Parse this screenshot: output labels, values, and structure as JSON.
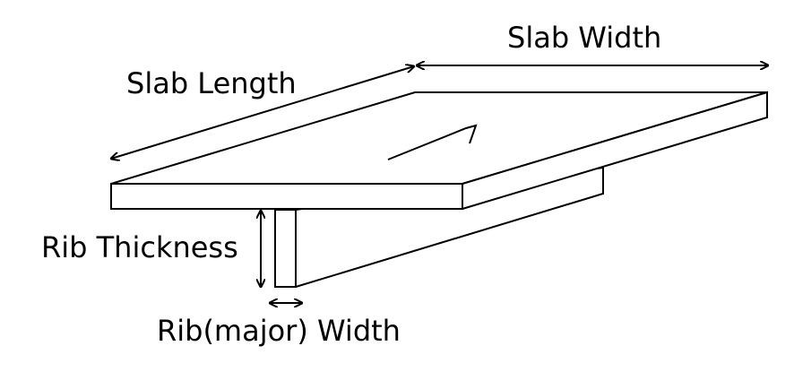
{
  "labels": {
    "slab_width": "Slab Width",
    "slab_length": "Slab Length",
    "rib_thickness": "Rib Thickness",
    "rib_major_width": "Rib(major) Width"
  },
  "colors": {
    "stroke": "#000000",
    "face": "#ffffff"
  }
}
